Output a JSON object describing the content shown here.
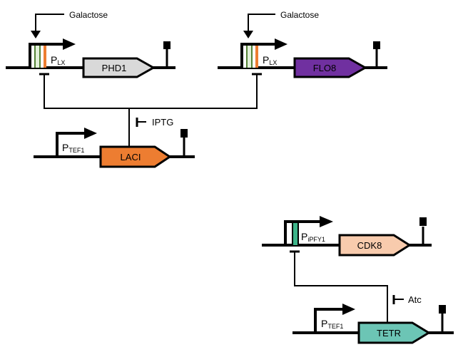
{
  "colors": {
    "phd1": "#D9D9D9",
    "flo8": "#7030A0",
    "laci": "#ED7D31",
    "cdk8": "#F8CBAD",
    "tetr": "#6CC5B5",
    "operator_orange": "#ED7D31",
    "operator_green_light": "#E2F0D9",
    "operator_green_dark": "#548235",
    "operator_teal": "#3DB489"
  },
  "circuits": {
    "phd1": {
      "inducer": "Galactose",
      "promoter": {
        "main": "P",
        "sub": "LX"
      },
      "gene": "PHD1"
    },
    "flo8": {
      "inducer": "Galactose",
      "promoter": {
        "main": "P",
        "sub": "LX"
      },
      "gene": "FLO8"
    },
    "laci": {
      "inhibitor": "IPTG",
      "promoter": {
        "main": "P",
        "sub": "TEF1"
      },
      "gene": "LACI"
    },
    "cdk8": {
      "promoter": {
        "main": "P",
        "sub": "iPFY1"
      },
      "gene": "CDK8"
    },
    "tetr": {
      "inhibitor": "Atc",
      "promoter": {
        "main": "P",
        "sub": "TEF1"
      },
      "gene": "TETR"
    }
  }
}
